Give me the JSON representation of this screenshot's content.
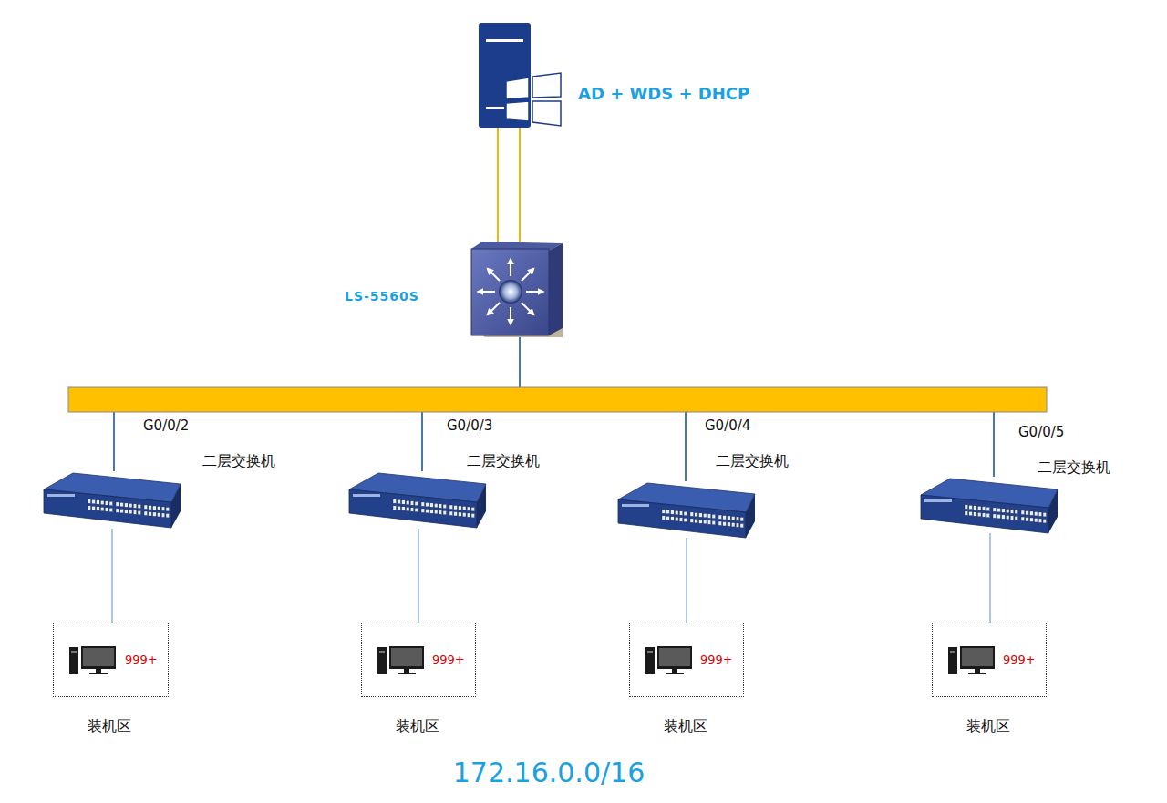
{
  "diagram": {
    "nodes": [
      {
        "text": [
          "AD + WDS + DHCP"
        ]
      },
      {
        "text": [
          "LS-5560S"
        ]
      },
      {
        "text": [
          "二层交换机"
        ]
      },
      {
        "text": [
          "二层交换机"
        ]
      },
      {
        "text": [
          "二层交换机"
        ]
      },
      {
        "text": [
          "二层交换机"
        ]
      },
      {
        "text": [
          "999+",
          "装机区"
        ]
      },
      {
        "text": [
          "999+",
          "装机区"
        ]
      },
      {
        "text": [
          "999+",
          "装机区"
        ]
      },
      {
        "text": [
          "999+",
          "装机区"
        ]
      }
    ],
    "edges": [
      {
        "from": 0,
        "to": 1,
        "arrow": "none"
      },
      {
        "from": 0,
        "to": 1,
        "arrow": "none"
      },
      {
        "from": 1,
        "to": 2,
        "label": "G0/0/2",
        "arrow": "none"
      },
      {
        "from": 1,
        "to": 3,
        "label": "G0/0/3",
        "arrow": "none"
      },
      {
        "from": 1,
        "to": 4,
        "label": "G0/0/4",
        "arrow": "none"
      },
      {
        "from": 1,
        "to": 5,
        "label": "G0/0/5",
        "arrow": "none"
      },
      {
        "from": 2,
        "to": 6,
        "arrow": "none"
      },
      {
        "from": 3,
        "to": 7,
        "arrow": "none"
      },
      {
        "from": 4,
        "to": 8,
        "arrow": "none"
      },
      {
        "from": 5,
        "to": 9,
        "arrow": "none"
      }
    ],
    "labels": [
      "172.16.0.0/16"
    ]
  }
}
